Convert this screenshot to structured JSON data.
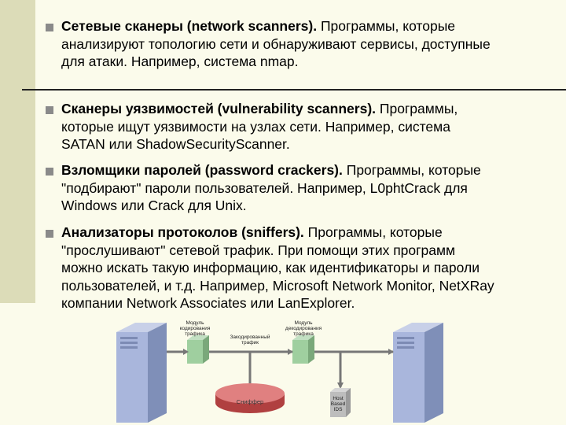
{
  "items": [
    {
      "term": "Сетевые сканеры (network scanners).",
      "text": " Программы, которые\nанализируют топологию сети и обнаруживают сервисы, доступные\nдля атаки. Например, система nmap."
    },
    {
      "term": "Сканеры уязвимостей (vulnerability scanners).",
      "text": " Программы,\nкоторые ищут уязвимости на узлах сети. Например, система\nSATAN или ShadowSecurityScanner."
    },
    {
      "term": "Взломщики паролей (password crackers).",
      "text": " Программы, которые\n\"подбирают\" пароли пользователей. Например, L0phtCrack для\nWindows или Crack для Unix."
    },
    {
      "term": "Анализаторы протоколов (sniffers).",
      "text": " Программы, которые\n\"прослушивают\" сетевой трафик. При помощи этих программ\nможно искать такую информацию, как идентификаторы и пароли\nпользователей, и т.д. Например, Microsoft Network Monitor, NetXRay\nкомпании Network Associates или LanExplorer."
    }
  ],
  "diagram": {
    "module_encrypt": [
      "Модуль",
      "кодирования",
      "трафика"
    ],
    "encrypted_traffic": [
      "Закодированный",
      "трафик"
    ],
    "module_decrypt": [
      "Модуль",
      "декодирования",
      "трафика"
    ],
    "sniffer": "Сниффер",
    "ids": [
      "Host",
      "Based",
      "IDS"
    ]
  }
}
